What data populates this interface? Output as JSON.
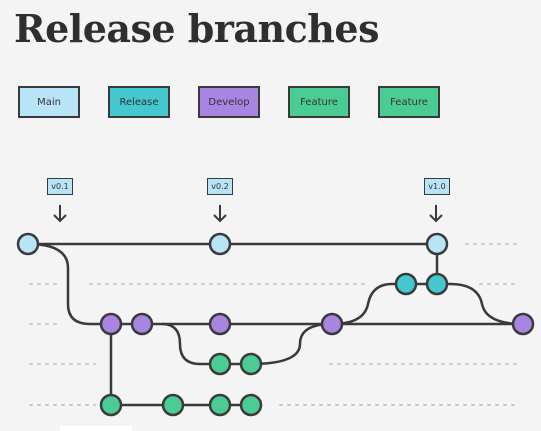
{
  "title": "Release branches",
  "legend": [
    {
      "label": "Main",
      "color": "#b8e4f8"
    },
    {
      "label": "Release",
      "color": "#45c7cf"
    },
    {
      "label": "Develop",
      "color": "#a885e0"
    },
    {
      "label": "Feature",
      "color": "#4ccc95"
    },
    {
      "label": "Feature",
      "color": "#4ccc95"
    }
  ],
  "tags": [
    "v0.1",
    "v0.2",
    "v1.0"
  ],
  "colors": {
    "main": "#b8e4f8",
    "release": "#45c7cf",
    "develop": "#a885e0",
    "feature": "#4ccc95",
    "line": "#3a3a3a",
    "dots": "#c8c8c8"
  }
}
